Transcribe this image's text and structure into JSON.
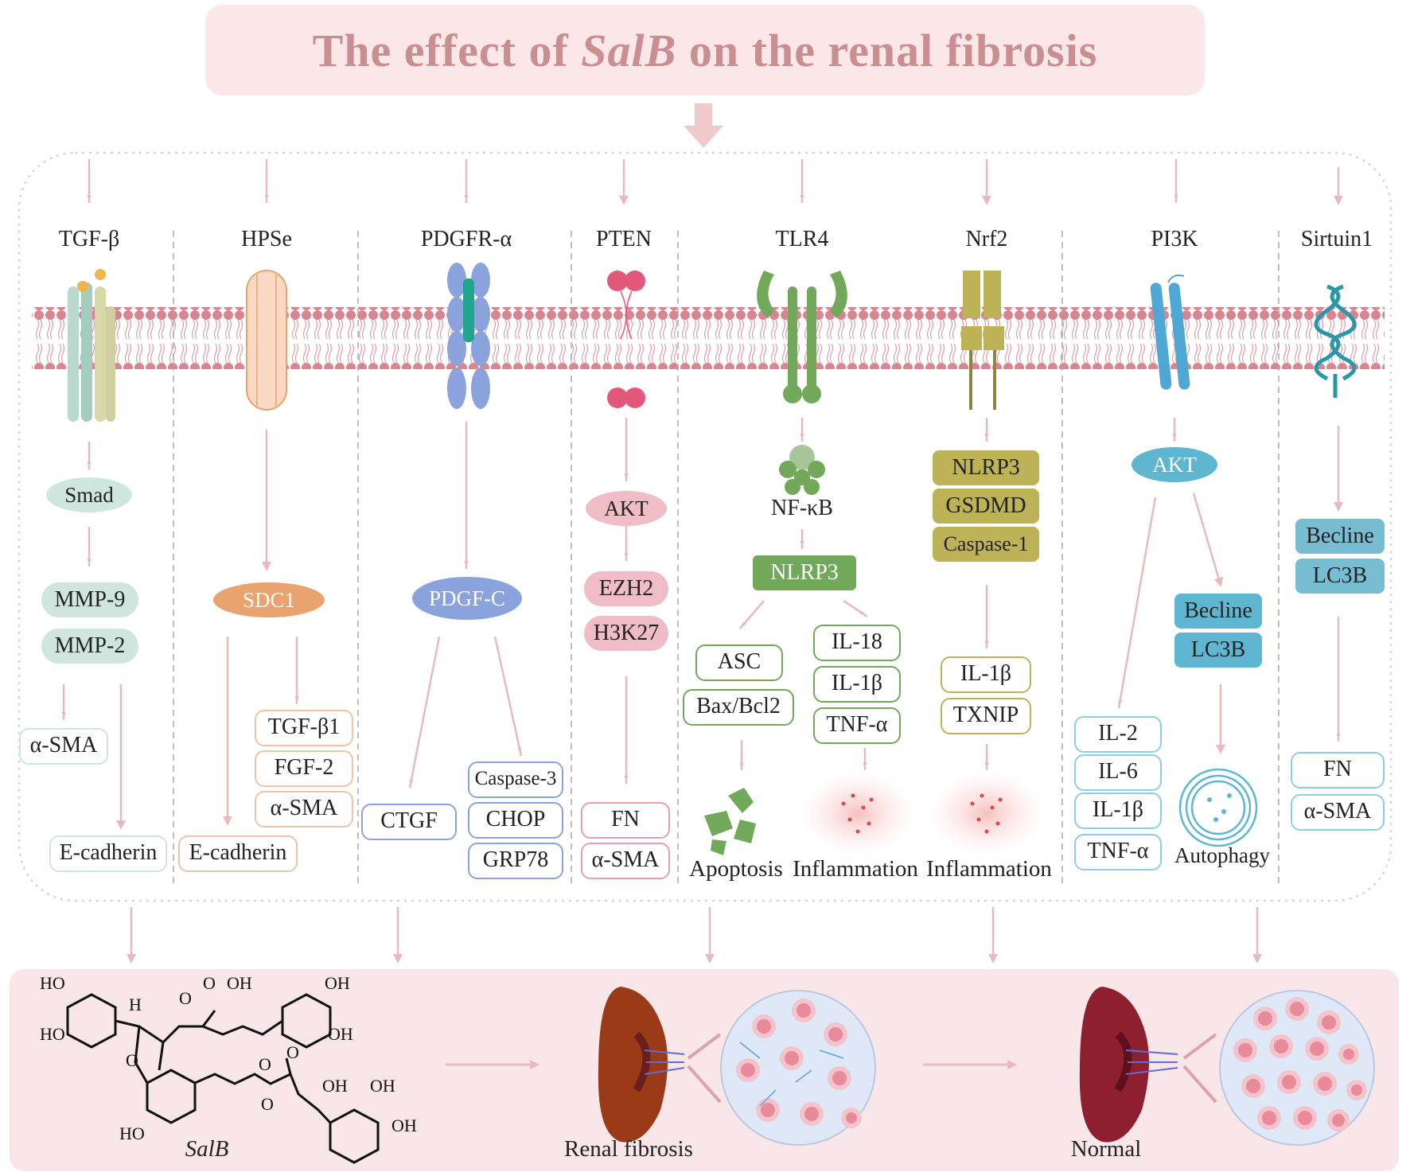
{
  "title": {
    "pre": "The effect of ",
    "italic": "SalB",
    "post": " on the renal fibrosis"
  },
  "columns": {
    "tgf": {
      "header": "TGF-β",
      "mediator": "Smad",
      "boxes": [
        "MMP-9",
        "MMP-2"
      ],
      "outputs": [
        "α-SMA",
        "E-cadherin"
      ]
    },
    "hpse": {
      "header": "HPSe",
      "mediator": "SDC1",
      "boxes": [
        "TGF-β1",
        "FGF-2",
        "α-SMA"
      ],
      "output": "E-cadherin"
    },
    "pdgfr": {
      "header": "PDGFR-α",
      "mediator": "PDGF-C",
      "left": "CTGF",
      "right": [
        "Caspase-3",
        "CHOP",
        "GRP78"
      ]
    },
    "pten": {
      "header": "PTEN",
      "mediator": "AKT",
      "boxes": [
        "EZH2",
        "H3K27"
      ],
      "outputs": [
        "FN",
        "α-SMA"
      ]
    },
    "tlr4": {
      "header": "TLR4",
      "mediator": "NF-κB",
      "hub": "NLRP3",
      "left": [
        "ASC",
        "Bax/Bcl2"
      ],
      "right": [
        "IL-18",
        "IL-1β",
        "TNF-α"
      ],
      "outcome_left": "Apoptosis",
      "outcome_right": "Inflammation"
    },
    "nrf2": {
      "header": "Nrf2",
      "boxes": [
        "NLRP3",
        "GSDMD",
        "Caspase-1"
      ],
      "outputs": [
        "IL-1β",
        "TXNIP"
      ],
      "outcome": "Inflammation"
    },
    "pi3k": {
      "header": "PI3K",
      "mediator": "AKT",
      "right": [
        "Becline",
        "LC3B"
      ],
      "left": [
        "IL-2",
        "IL-6",
        "IL-1β",
        "TNF-α"
      ],
      "outcome": "Autophagy"
    },
    "sirt": {
      "header": "Sirtuin1",
      "boxes": [
        "Becline",
        "LC3B"
      ],
      "outputs": [
        "FN",
        "α-SMA"
      ]
    }
  },
  "bottom": {
    "compound": "SalB",
    "fibrosis": "Renal fibrosis",
    "normal": "Normal",
    "atoms": {
      "ho": "HO",
      "oh": "OH",
      "o": "O",
      "h": "H"
    }
  },
  "colors": {
    "title_bg": "#fbe6e8",
    "title_text": "#c98e8f",
    "arrow": "#e8b9c0",
    "membrane": "#d9848e",
    "tgf": "#9ec9b9",
    "hpse": "#e8a36f",
    "pdgf": "#8ba3dc",
    "pten": "#e4a0ad",
    "tlr4": "#72a85a",
    "nrf2": "#bdb356",
    "pi3k": "#5fb6d0",
    "sirt": "#78bcd2"
  }
}
